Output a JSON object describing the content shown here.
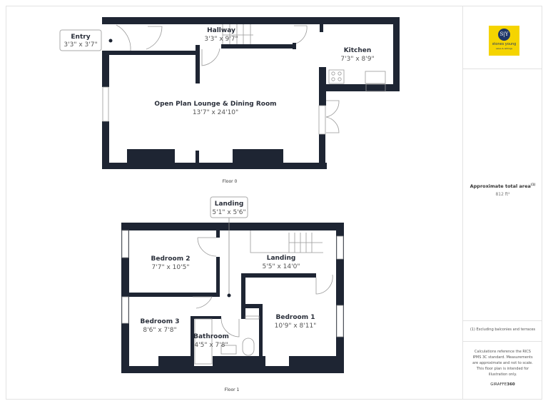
{
  "brand": {
    "logo_text": "S|Y",
    "name": "stones young",
    "tagline": "sales & lettings",
    "color": "#f5d400",
    "circle": "#1f3768"
  },
  "summary": {
    "title": "Approximate total area",
    "superscript": "(1)",
    "value": "812 ft²"
  },
  "footnote": "(1) Excluding balconies and terraces",
  "disclaimer": "Calculations reference the RICS IPMS 3C standard. Measurements are approximate and not to scale. This floor plan is intended for illustration only.",
  "credit": {
    "prefix": "GIRAFFE",
    "suffix": "360"
  },
  "floors": [
    {
      "label": "Floor 0",
      "rooms": [
        {
          "name": "Entry",
          "size": "3'3\" x 3'7\""
        },
        {
          "name": "Hallway",
          "size": "3'3\" x 9'7\""
        },
        {
          "name": "Kitchen",
          "size": "7'3\" x 8'9\""
        },
        {
          "name": "Open Plan Lounge & Dining Room",
          "size": "13'7\" x 24'10\""
        }
      ]
    },
    {
      "label": "Floor 1",
      "rooms": [
        {
          "name": "Landing",
          "size": "5'1\" x 5'6\""
        },
        {
          "name": "Bedroom 2",
          "size": "7'7\" x 10'5\""
        },
        {
          "name": "Landing",
          "size": "5'5\" x 14'0\""
        },
        {
          "name": "Bedroom 3",
          "size": "8'6\" x 7'8\""
        },
        {
          "name": "Bedroom 1",
          "size": "10'9\" x 8'11\""
        },
        {
          "name": "Bathroom",
          "size": "4'5\" x 7'8\""
        }
      ]
    }
  ],
  "wall_color": "#1e2533"
}
